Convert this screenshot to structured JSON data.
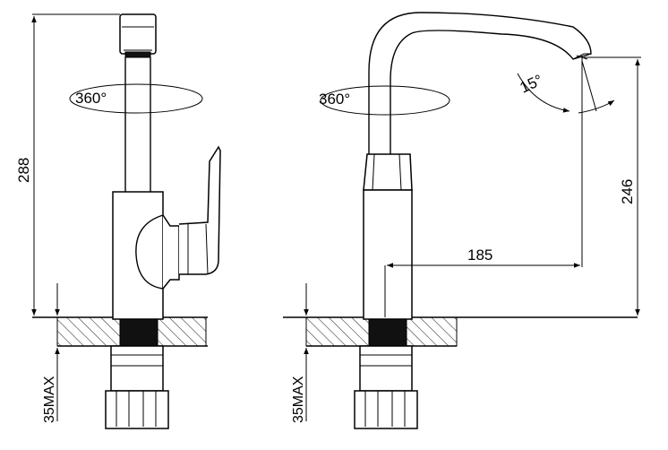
{
  "dimensions": {
    "total_height": "288",
    "spout_height": "246",
    "reach": "185",
    "max_thickness_left": "35MAX",
    "max_thickness_right": "35MAX"
  },
  "annotations": {
    "rotation_left": "360°",
    "rotation_right": "360°",
    "spout_tilt": "15°"
  }
}
